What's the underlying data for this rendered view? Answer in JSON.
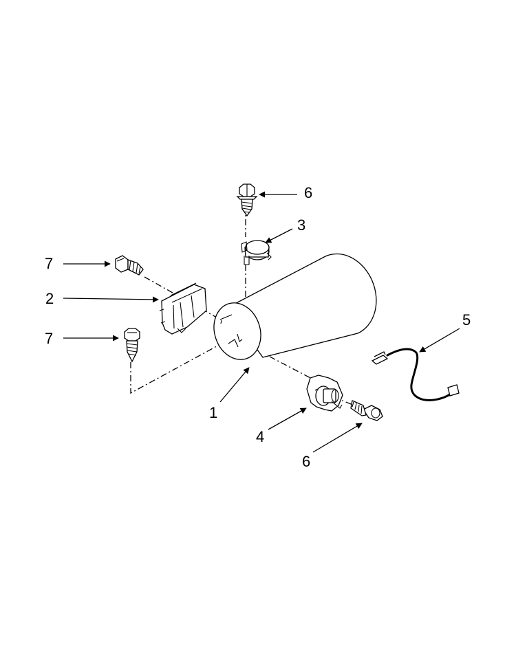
{
  "callouts": {
    "c1": "1",
    "c2": "2",
    "c3": "3",
    "c4": "4",
    "c5": "5",
    "c6_top": "6",
    "c6_bottom": "6",
    "c7_top": "7",
    "c7_bottom": "7"
  },
  "parts": [
    {
      "number": "1",
      "icon": "cylinder-housing"
    },
    {
      "number": "2",
      "icon": "mounting-bracket"
    },
    {
      "number": "3",
      "icon": "thermostat-clip"
    },
    {
      "number": "4",
      "icon": "thermostat-disc"
    },
    {
      "number": "5",
      "icon": "wire-harness"
    },
    {
      "number": "6",
      "icon": "hex-screw"
    },
    {
      "number": "7",
      "icon": "hex-screw"
    }
  ]
}
